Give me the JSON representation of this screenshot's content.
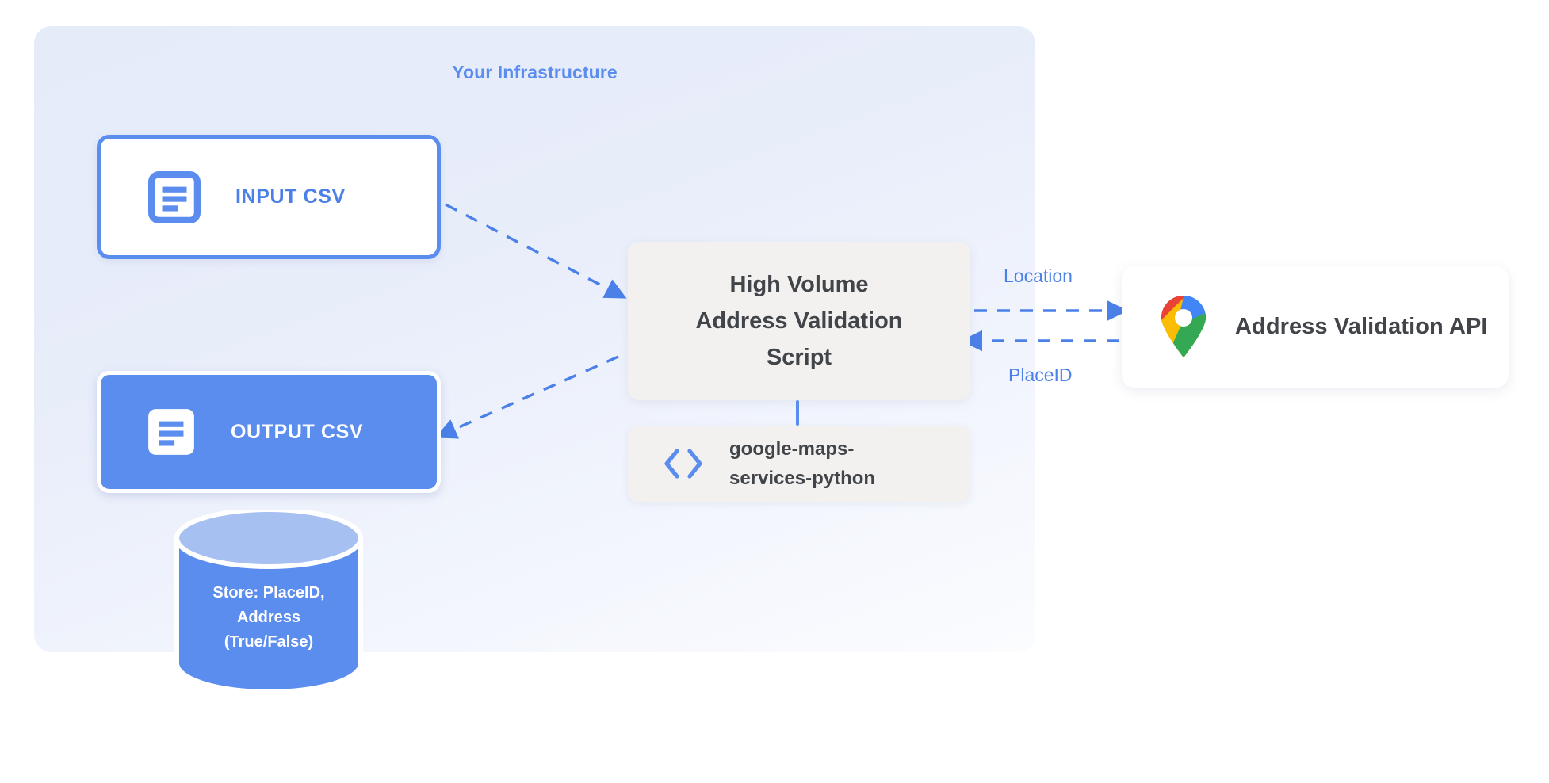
{
  "panel": {
    "title": "Your Infrastructure"
  },
  "nodes": {
    "input_csv": {
      "label": "INPUT CSV",
      "icon": "document-icon"
    },
    "output_csv": {
      "label": "OUTPUT CSV",
      "icon": "document-icon"
    },
    "script": {
      "lines": [
        "High Volume",
        "Address Validation",
        "Script"
      ]
    },
    "library": {
      "lines": [
        "google-maps-",
        "services-python"
      ],
      "icon": "code-brackets-icon"
    },
    "database": {
      "lines": [
        "Store: PlaceID,",
        "Address",
        "(True/False)"
      ]
    },
    "api": {
      "label": "Address Validation API",
      "icon": "google-maps-pin-icon"
    }
  },
  "edges": {
    "location_label": "Location",
    "placeid_label": "PlaceID"
  },
  "colors": {
    "brand_blue": "#5b8def",
    "label_blue": "#4a80e8",
    "panel_bg": "#e8edfa",
    "card_gray": "#f2f1ef",
    "text_dark": "#414449",
    "maps_blue": "#4285f4",
    "maps_red": "#ea4335",
    "maps_yellow": "#fbbc04",
    "maps_green": "#34a853"
  }
}
